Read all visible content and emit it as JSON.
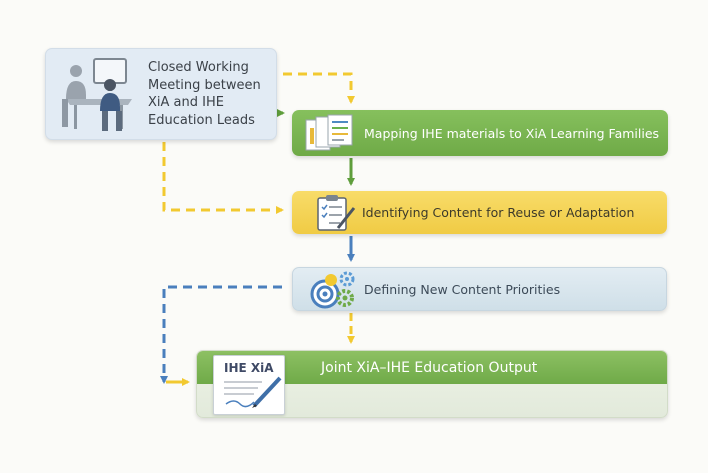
{
  "start": {
    "text": "Closed Working Meeting between XiA and IHE Education Leads"
  },
  "steps": [
    {
      "text": "Mapping IHE materials to XiA Learning Families"
    },
    {
      "text": "Identifying Content for Reuse or Adaptation"
    },
    {
      "text": "Defining New Content Priorities"
    }
  ],
  "output": {
    "text": "Joint XiA–IHE Education Output",
    "doc_brand": "IHE  XiA"
  },
  "colors": {
    "green": "#6fa948",
    "yellow": "#f2cc3a",
    "blue": "#4f83bf",
    "light_blue": "#e2ebf4"
  },
  "icons": [
    "meeting-icon",
    "documents-icon",
    "clipboard-checklist-icon",
    "target-gears-icon",
    "signed-document-icon"
  ]
}
